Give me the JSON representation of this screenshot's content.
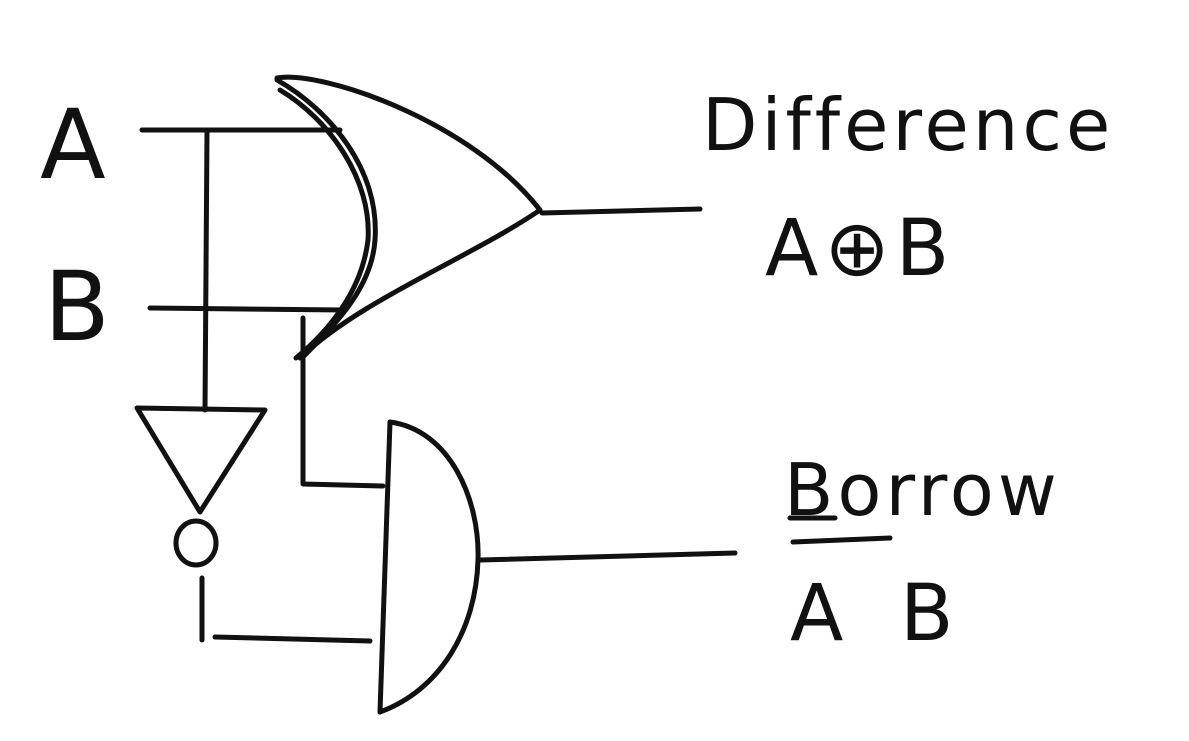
{
  "inputs": {
    "a_label": "A",
    "b_label": "B"
  },
  "outputs": {
    "difference": {
      "label": "Difference",
      "expression": "A⊕B"
    },
    "borrow": {
      "label": "Borrow",
      "expression_bar": "A",
      "expression_rest": "B"
    }
  },
  "gates": [
    {
      "type": "XOR",
      "inputs": [
        "A",
        "B"
      ],
      "output": "Difference"
    },
    {
      "type": "NOT",
      "inputs": [
        "A"
      ],
      "output": "A'"
    },
    {
      "type": "AND",
      "inputs": [
        "B",
        "A'"
      ],
      "output": "Borrow"
    }
  ],
  "colors": {
    "ink": "#111111",
    "background": "#ffffff"
  }
}
